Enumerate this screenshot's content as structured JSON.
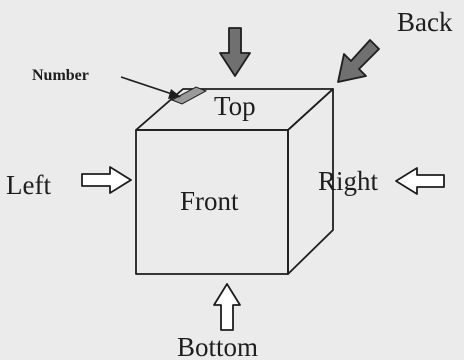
{
  "diagram": {
    "faces": {
      "top": "Top",
      "front": "Front",
      "left": "Left",
      "right": "Right",
      "back": "Back",
      "bottom": "Bottom"
    },
    "marker_label": "Number",
    "colors": {
      "background": "#ebebeb",
      "ink": "#1e1e1e",
      "marker": "#9a9a9a"
    },
    "icons": [
      "down-arrow-icon",
      "diagonal-arrow-icon",
      "right-arrow-icon",
      "left-arrow-icon",
      "up-arrow-icon"
    ]
  }
}
